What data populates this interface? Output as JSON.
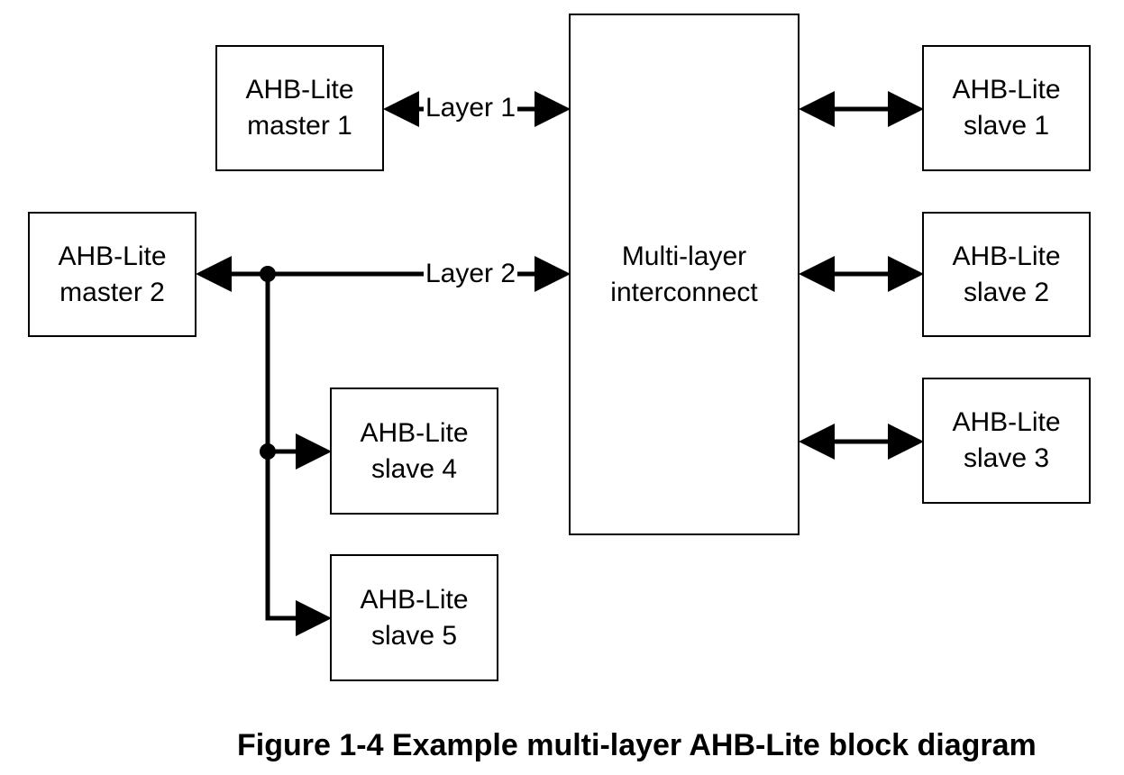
{
  "diagram": {
    "master1": {
      "line1": "AHB-Lite",
      "line2": "master 1"
    },
    "master2": {
      "line1": "AHB-Lite",
      "line2": "master 2"
    },
    "interconnect": {
      "line1": "Multi-layer",
      "line2": "interconnect"
    },
    "slave1": {
      "line1": "AHB-Lite",
      "line2": "slave 1"
    },
    "slave2": {
      "line1": "AHB-Lite",
      "line2": "slave 2"
    },
    "slave3": {
      "line1": "AHB-Lite",
      "line2": "slave 3"
    },
    "slave4": {
      "line1": "AHB-Lite",
      "line2": "slave 4"
    },
    "slave5": {
      "line1": "AHB-Lite",
      "line2": "slave 5"
    },
    "layer1_label": "Layer 1",
    "layer2_label": "Layer 2"
  },
  "caption": "Figure 1-4 Example multi-layer AHB-Lite block diagram"
}
